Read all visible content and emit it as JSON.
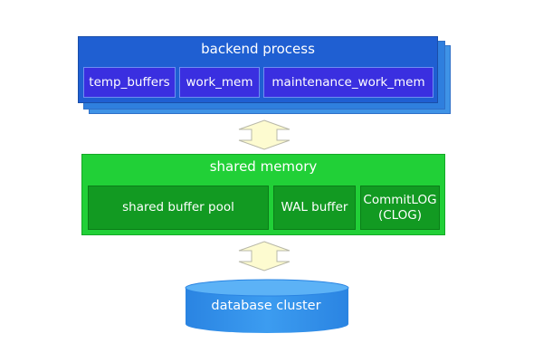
{
  "backend": {
    "title": "backend process",
    "cells": [
      "temp_buffers",
      "work_mem",
      "maintenance_work_mem"
    ]
  },
  "shared": {
    "title": "shared memory",
    "buffer_pool": "shared buffer pool",
    "wal_buffer": "WAL buffer",
    "commitlog_line1": "CommitLOG",
    "commitlog_line2": "(CLOG)"
  },
  "database": {
    "label": "database cluster"
  },
  "colors": {
    "backend_box": "#1f5fd2",
    "backend_cell": "#3a2fe0",
    "shared_box": "#21d037",
    "shared_cell": "#129a22",
    "database": "#2e8ee8",
    "arrow_fill": "#fdfbd0"
  }
}
